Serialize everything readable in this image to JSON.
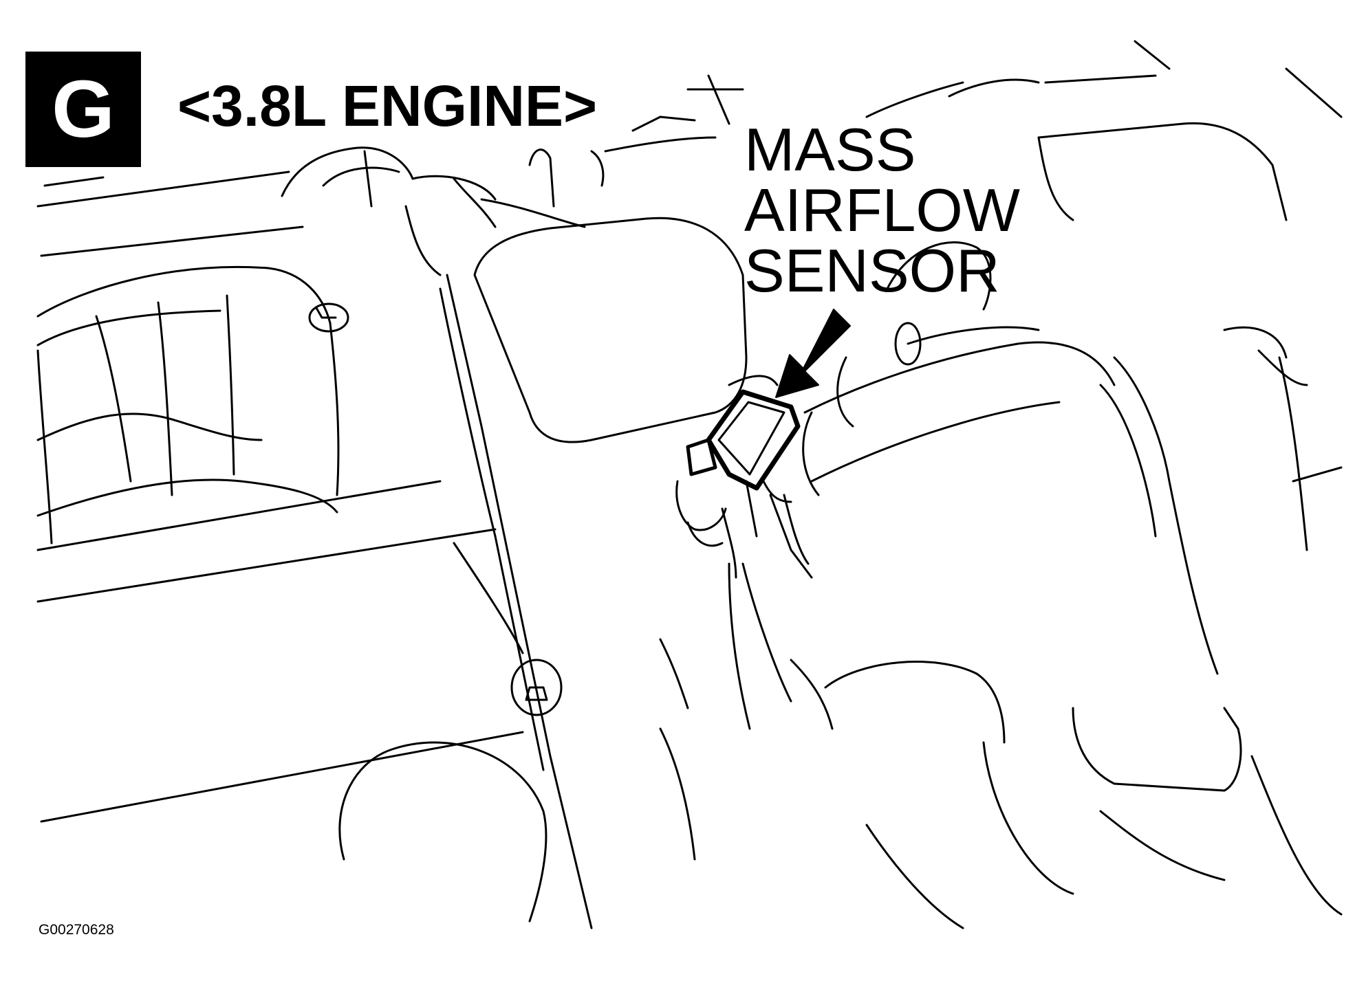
{
  "badge": {
    "letter": "G"
  },
  "title": "<3.8L ENGINE>",
  "callout": {
    "line1": "MASS",
    "line2": "AIRFLOW",
    "line3": "SENSOR"
  },
  "figure_id": "G00270628"
}
